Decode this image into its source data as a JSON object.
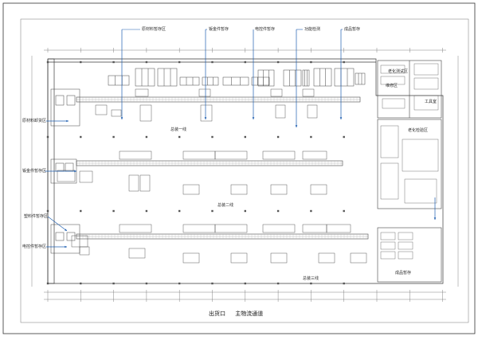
{
  "callouts_top": [
    "原材料暂存区",
    "钣金件暂存",
    "电控件暂存",
    "功能检测",
    "成品暂存"
  ],
  "callouts_left": [
    "原材料卸货区",
    "钣金件暂存区",
    "塑料件暂存区",
    "电控件暂存区"
  ],
  "zones": {
    "line1": "总装一线",
    "line2": "总装二线",
    "line3": "总装三线",
    "aging_test": "老化测试区",
    "aging_check": "老化检验区",
    "repair": "维修区",
    "tool_room": "工具室",
    "finished_storage": "成品暂存"
  },
  "caption": {
    "exit": "出货口",
    "main_channel": "主物流通道"
  },
  "colors": {
    "line": "#4a4a4a",
    "arrow": "#1f5fb0",
    "frame": "#333333"
  }
}
